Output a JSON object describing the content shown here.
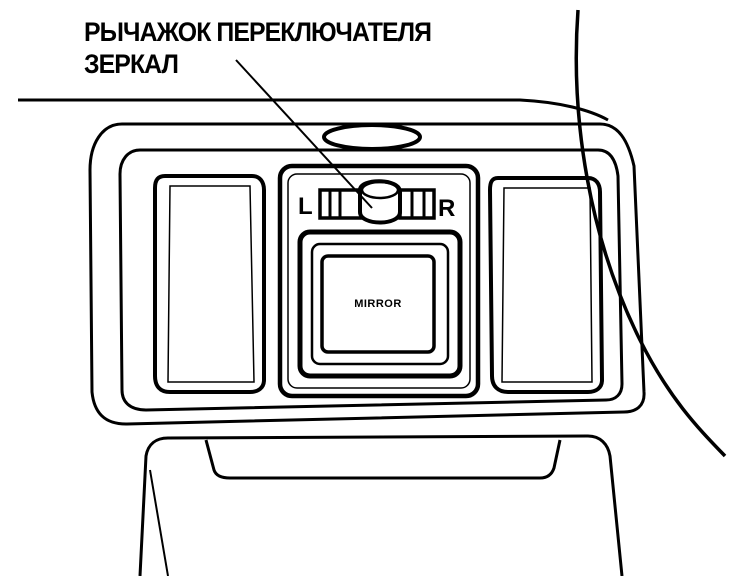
{
  "callout": {
    "line1": "РЫЧАЖОК ПЕРЕКЛЮЧАТЕЛЯ",
    "line2": "ЗЕРКАЛ"
  },
  "switch": {
    "left_label": "L",
    "right_label": "R",
    "button_label": "MIRROR"
  }
}
